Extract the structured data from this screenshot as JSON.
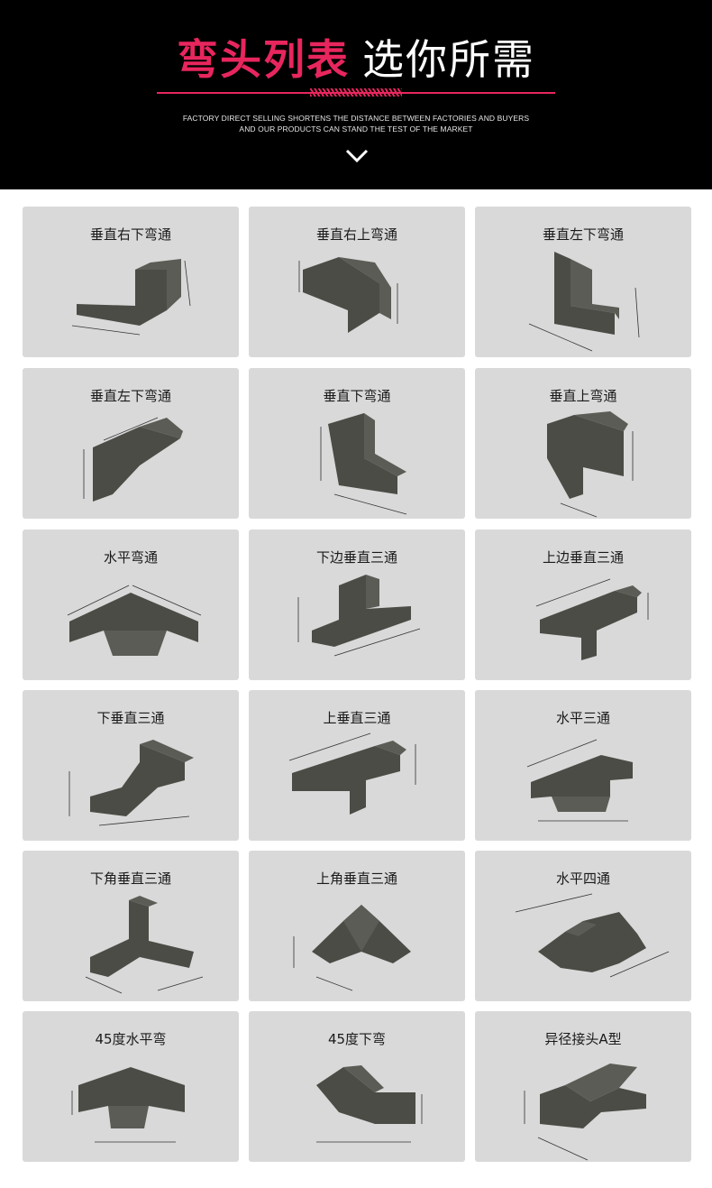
{
  "header": {
    "title_highlight": "弯头列表",
    "title_rest": "选你所需",
    "subtitle_line1": "FACTORY DIRECT SELLING SHORTENS THE DISTANCE BETWEEN FACTORIES AND BUYERS",
    "subtitle_line2": "AND OUR PRODUCTS CAN STAND THE TEST OF THE MARKET",
    "chevron_icon": "chevron-down-icon"
  },
  "colors": {
    "accent": "#e8265e",
    "header_bg": "#000000",
    "card_bg": "#d9d9d9",
    "part_fill": "#4a4c45"
  },
  "products": [
    {
      "label": "垂直右下弯通"
    },
    {
      "label": "垂直右上弯通"
    },
    {
      "label": "垂直左下弯通"
    },
    {
      "label": "垂直左下弯通"
    },
    {
      "label": "垂直下弯通"
    },
    {
      "label": "垂直上弯通"
    },
    {
      "label": "水平弯通"
    },
    {
      "label": "下边垂直三通"
    },
    {
      "label": "上边垂直三通"
    },
    {
      "label": "下垂直三通"
    },
    {
      "label": "上垂直三通"
    },
    {
      "label": "水平三通"
    },
    {
      "label": "下角垂直三通"
    },
    {
      "label": "上角垂直三通"
    },
    {
      "label": "水平四通"
    },
    {
      "label": "45度水平弯"
    },
    {
      "label": "45度下弯"
    },
    {
      "label": "异径接头A型"
    }
  ]
}
